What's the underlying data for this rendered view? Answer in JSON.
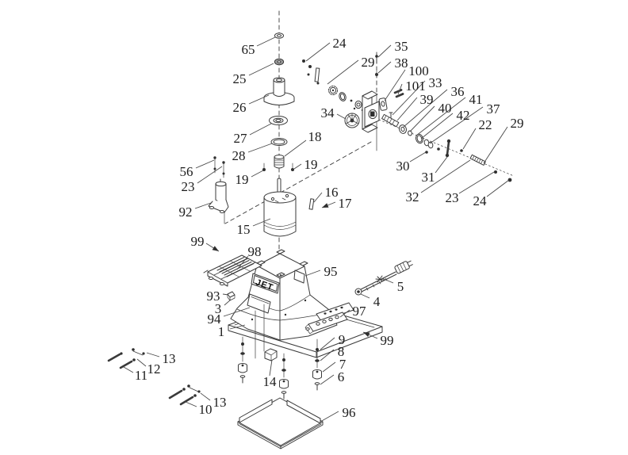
{
  "diagram": {
    "type": "exploded-parts-diagram",
    "subject": "JET machine base / spindle assembly parts breakdown",
    "background_color": "#ffffff",
    "line_color": "#3a3a3a",
    "nameplate_text": "JET"
  },
  "callouts": [
    {
      "label": "65"
    },
    {
      "label": "24"
    },
    {
      "label": "35"
    },
    {
      "label": "29"
    },
    {
      "label": "38"
    },
    {
      "label": "100"
    },
    {
      "label": "101"
    },
    {
      "label": "25"
    },
    {
      "label": "33"
    },
    {
      "label": "36"
    },
    {
      "label": "39"
    },
    {
      "label": "41"
    },
    {
      "label": "40"
    },
    {
      "label": "42"
    },
    {
      "label": "37"
    },
    {
      "label": "22"
    },
    {
      "label": "29"
    },
    {
      "label": "26"
    },
    {
      "label": "34"
    },
    {
      "label": "27"
    },
    {
      "label": "18"
    },
    {
      "label": "19"
    },
    {
      "label": "19"
    },
    {
      "label": "56"
    },
    {
      "label": "23"
    },
    {
      "label": "92"
    },
    {
      "label": "16"
    },
    {
      "label": "17"
    },
    {
      "label": "28"
    },
    {
      "label": "15"
    },
    {
      "label": "99"
    },
    {
      "label": "98"
    },
    {
      "label": "95"
    },
    {
      "label": "93"
    },
    {
      "label": "3"
    },
    {
      "label": "94"
    },
    {
      "label": "1"
    },
    {
      "label": "97"
    },
    {
      "label": "5"
    },
    {
      "label": "4"
    },
    {
      "label": "99"
    },
    {
      "label": "9"
    },
    {
      "label": "8"
    },
    {
      "label": "7"
    },
    {
      "label": "6"
    },
    {
      "label": "14"
    },
    {
      "label": "13"
    },
    {
      "label": "12"
    },
    {
      "label": "11"
    },
    {
      "label": "13"
    },
    {
      "label": "10"
    },
    {
      "label": "96"
    },
    {
      "label": "30"
    },
    {
      "label": "31"
    },
    {
      "label": "32"
    },
    {
      "label": "23"
    },
    {
      "label": "24"
    }
  ]
}
